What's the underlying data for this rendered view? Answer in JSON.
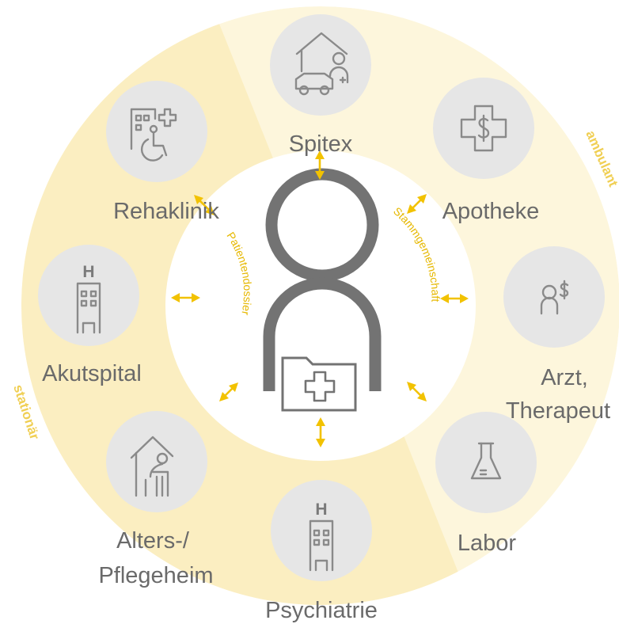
{
  "sectors": {
    "stationary": "stationär",
    "ambulant": "ambulant"
  },
  "center": {
    "left_arc_label": "Patientendossier",
    "right_arc_label": "Stammgemeinschaft"
  },
  "nodes": {
    "spitex": {
      "label": "Spitex",
      "icon": "home-care-icon"
    },
    "apotheke": {
      "label": "Apotheke",
      "icon": "pharmacy-icon"
    },
    "arzt": {
      "label_line1": "Arzt,",
      "label_line2": "Therapeut",
      "icon": "doctor-icon"
    },
    "labor": {
      "label": "Labor",
      "icon": "flask-icon"
    },
    "psychiatrie": {
      "label": "Psychiatrie",
      "icon": "hospital-building-icon"
    },
    "alters": {
      "label_line1": "Alters-/",
      "label_line2": "Pflegeheim",
      "icon": "elderly-home-icon"
    },
    "akutspital": {
      "label": "Akutspital",
      "icon": "hospital-building-icon"
    },
    "rehaklinik": {
      "label": "Rehaklinik",
      "icon": "rehab-icon"
    }
  },
  "colors": {
    "ring_stationary": "#fbeec1",
    "ring_ambulant": "#fdf6dc",
    "node_circle": "#e6e6e6",
    "arrow": "#f2c200",
    "text": "#6a6a6a",
    "icon": "#7a7a7a"
  }
}
